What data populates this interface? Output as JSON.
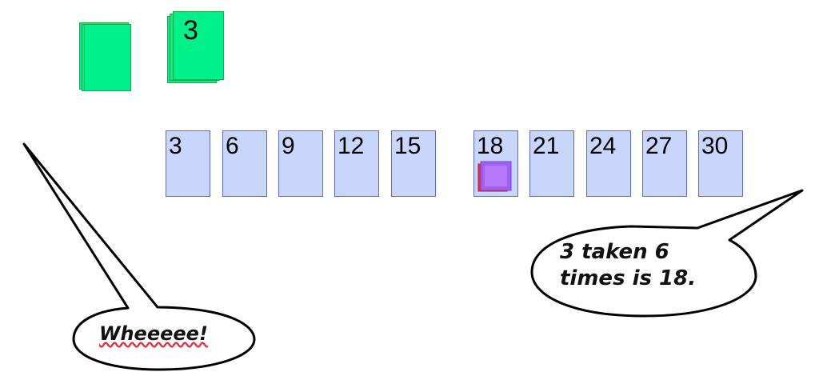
{
  "piles": {
    "left": {
      "label": ""
    },
    "right": {
      "label": "3"
    }
  },
  "number_cards": [
    {
      "label": "3"
    },
    {
      "label": "6"
    },
    {
      "label": "9"
    },
    {
      "label": "12"
    },
    {
      "label": "15"
    },
    {
      "label": "18",
      "has_counter": true
    },
    {
      "label": "21"
    },
    {
      "label": "24"
    },
    {
      "label": "27"
    },
    {
      "label": "30"
    }
  ],
  "bubbles": {
    "left": {
      "text": "Wheeeee!"
    },
    "right": {
      "line1": "3 taken 6",
      "line2": "times is 18."
    }
  },
  "colors": {
    "green_card": "#00f08a",
    "number_card": "#c9d6fb",
    "number_card_border": "#5b6bd6",
    "counter_purple": "#b070f8",
    "counter_red": "#e03040"
  }
}
